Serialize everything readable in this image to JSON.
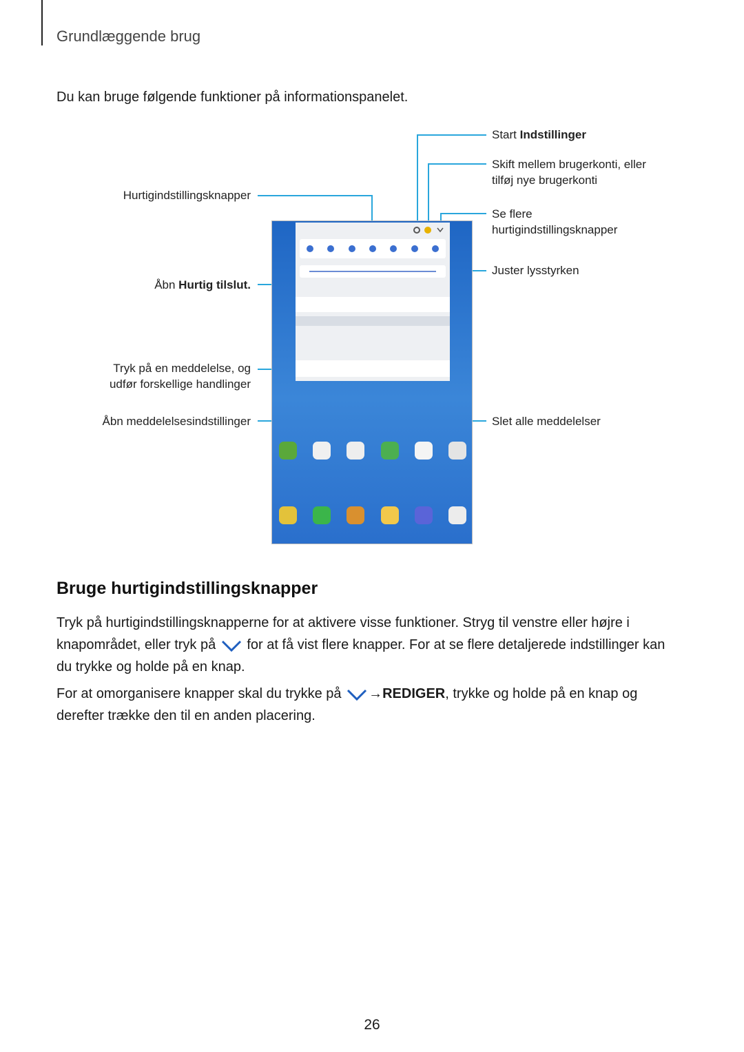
{
  "header": {
    "section": "Grundlæggende brug"
  },
  "intro": "Du kan bruge følgende funktioner på informationspanelet.",
  "callouts": {
    "start_prefix": "Start ",
    "start_bold": "Indstillinger",
    "switch_line1": "Skift mellem brugerkonti, eller",
    "switch_line2": "tilføj nye brugerkonti",
    "more_line1": "Se flere",
    "more_line2": "hurtigindstillingsknapper",
    "brightness": "Juster lysstyrken",
    "quick_buttons": "Hurtigindstillingsknapper",
    "quick_connect_prefix": "Åbn ",
    "quick_connect_bold": "Hurtig tilslut.",
    "tap_line1": "Tryk på en meddelelse, og",
    "tap_line2": "udfør forskellige handlinger",
    "notif_settings": "Åbn meddelelsesindstillinger",
    "clear_all": "Slet alle meddelelser"
  },
  "heading": "Bruge hurtigindstillingsknapper",
  "para1": {
    "a": "Tryk på hurtigindstillingsknapperne for at aktivere visse funktioner. Stryg til venstre eller højre i knapområdet, eller tryk på",
    "b": "for at få vist flere knapper. For at se flere detaljerede indstillinger kan du trykke og holde på en knap."
  },
  "para2": {
    "a": "For at omorganisere knapper skal du trykke på",
    "arrow": "→",
    "bold": "REDIGER",
    "b": ", trykke og holde på en knap og derefter trække den til en anden placering."
  },
  "page_number": "26",
  "icons": [
    "chevron-down-icon",
    "gear-icon",
    "user-icon"
  ],
  "colors": {
    "callout_line": "#29a6dc",
    "chevron": "#1f5fbf"
  }
}
